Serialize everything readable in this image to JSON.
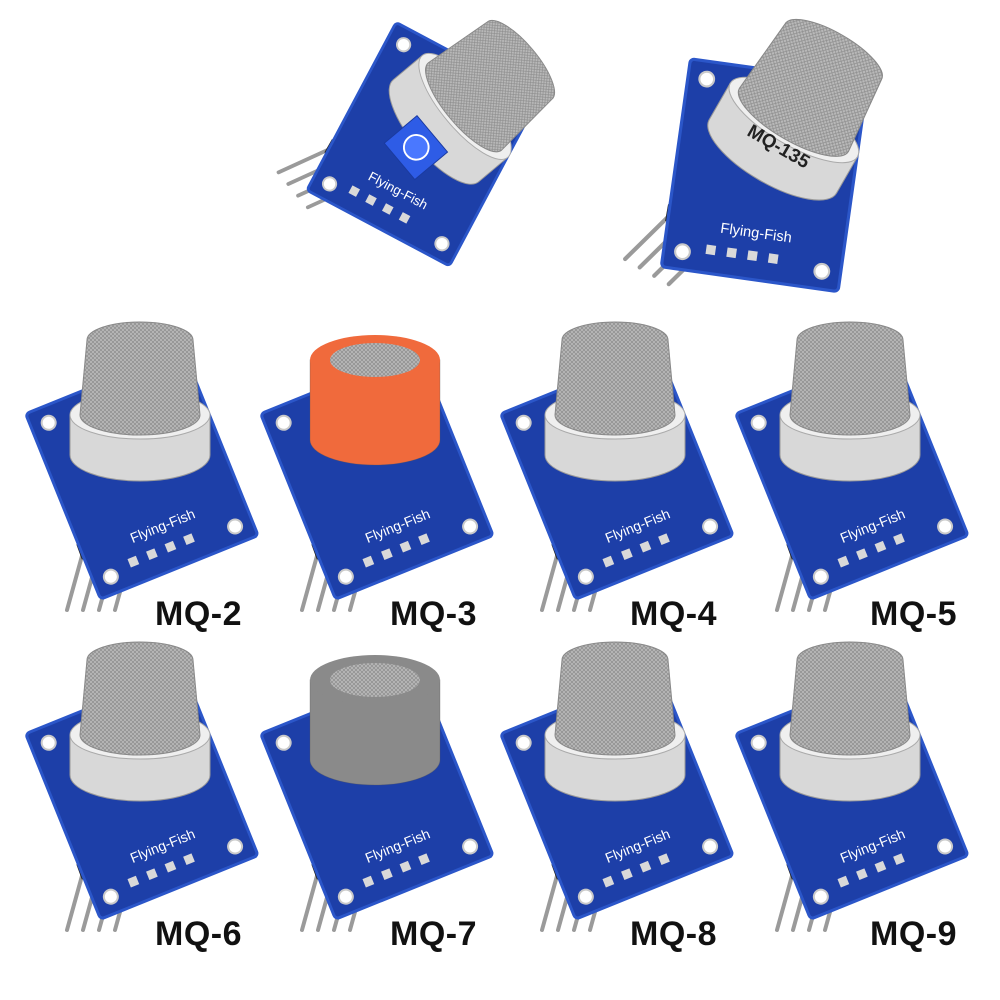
{
  "brand_text": "Flying-Fish",
  "top_modules": [
    {
      "name": "back-view-module",
      "type": "back"
    },
    {
      "name": "mq-135-module",
      "sensor_text": "MQ-135",
      "cap": "mesh"
    }
  ],
  "modules": [
    {
      "label": "MQ-2",
      "cap": "mesh"
    },
    {
      "label": "MQ-3",
      "cap": "orange"
    },
    {
      "label": "MQ-4",
      "cap": "mesh"
    },
    {
      "label": "MQ-5",
      "cap": "mesh"
    },
    {
      "label": "MQ-6",
      "cap": "mesh"
    },
    {
      "label": "MQ-7",
      "cap": "gray"
    },
    {
      "label": "MQ-8",
      "cap": "mesh"
    },
    {
      "label": "MQ-9",
      "cap": "mesh"
    }
  ],
  "colors": {
    "board": "#1d3fa8",
    "board_edge": "#2b56c9",
    "mesh": "#b9b9b9",
    "orange": "#f06a3c",
    "gray": "#8a8a8a",
    "pin": "#9a9a9a",
    "potentiometer": "#2e5ce6"
  }
}
